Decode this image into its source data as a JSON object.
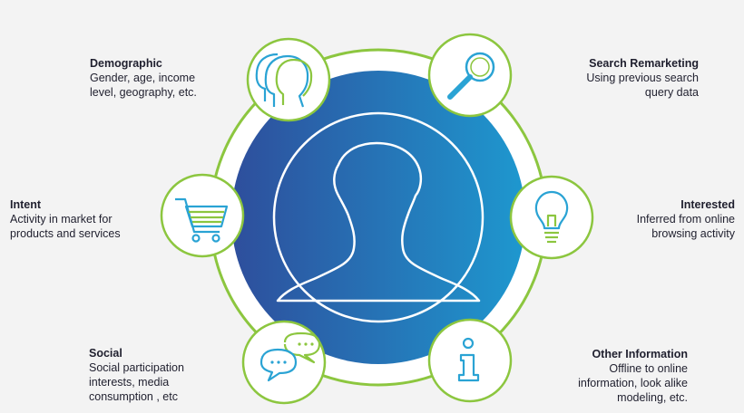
{
  "colors": {
    "background": "#f3f3f3",
    "ring": "#8cc63f",
    "gradient_start": "#2e4e9c",
    "gradient_end": "#1e98cf",
    "icon_blue": "#2aa3d4",
    "icon_green": "#8cc63f",
    "text": "#1f1f2e"
  },
  "segments": [
    {
      "id": "demographic",
      "icon": "two-heads-icon",
      "title": "Demographic",
      "lines": [
        "Gender, age, income",
        "level, geography, etc."
      ]
    },
    {
      "id": "search",
      "icon": "magnifier-icon",
      "title": "Search Remarketing",
      "lines": [
        "Using previous search",
        "query data"
      ]
    },
    {
      "id": "intent",
      "icon": "shopping-cart-icon",
      "title": "Intent",
      "lines": [
        "Activity in market for",
        "products and services"
      ]
    },
    {
      "id": "interested",
      "icon": "light-bulb-icon",
      "title": "Interested",
      "lines": [
        "Inferred from online",
        "browsing activity"
      ]
    },
    {
      "id": "social",
      "icon": "chat-bubbles-icon",
      "title": "Social",
      "lines": [
        "Social participation",
        "interests, media",
        "consumption , etc"
      ]
    },
    {
      "id": "other",
      "icon": "info-icon",
      "title": "Other Information",
      "lines": [
        "Offline to online",
        "information, look alike",
        "modeling, etc."
      ]
    }
  ]
}
